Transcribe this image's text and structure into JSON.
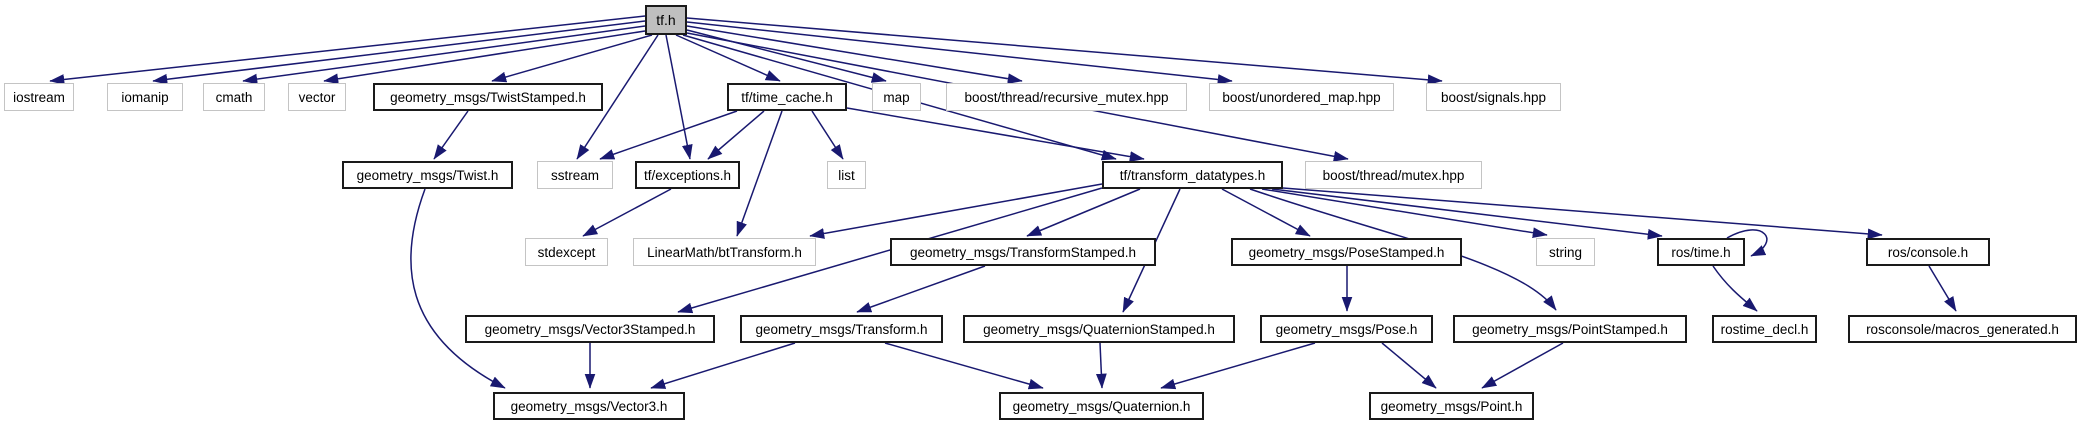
{
  "diagram": {
    "title": "tf.h include dependency graph",
    "edge_color": "#191970",
    "root_fill": "#bfbfbf",
    "nodes": {
      "tf_h": "tf.h",
      "iostream": "iostream",
      "iomanip": "iomanip",
      "cmath": "cmath",
      "vector": "vector",
      "twiststamped": "geometry_msgs/TwistStamped.h",
      "time_cache": "tf/time_cache.h",
      "map": "map",
      "recursive_mutex": "boost/thread/recursive_mutex.hpp",
      "unordered_map": "boost/unordered_map.hpp",
      "signals": "boost/signals.hpp",
      "twist": "geometry_msgs/Twist.h",
      "sstream": "sstream",
      "exceptions": "tf/exceptions.h",
      "list": "list",
      "datatypes": "tf/transform_datatypes.h",
      "thread_mutex": "boost/thread/mutex.hpp",
      "stdexcept": "stdexcept",
      "bttransform": "LinearMath/btTransform.h",
      "transformstamped": "geometry_msgs/TransformStamped.h",
      "posestamped": "geometry_msgs/PoseStamped.h",
      "string": "string",
      "ros_time": "ros/time.h",
      "ros_console": "ros/console.h",
      "vector3stamped": "geometry_msgs/Vector3Stamped.h",
      "transform": "geometry_msgs/Transform.h",
      "quaternionstamped": "geometry_msgs/QuaternionStamped.h",
      "pose": "geometry_msgs/Pose.h",
      "pointstamped": "geometry_msgs/PointStamped.h",
      "rostime_decl": "rostime_decl.h",
      "macros_generated": "rosconsole/macros_generated.h",
      "vector3": "geometry_msgs/Vector3.h",
      "quaternion": "geometry_msgs/Quaternion.h",
      "point": "geometry_msgs/Point.h"
    },
    "edges": [
      {
        "from": "tf_h",
        "to": "iostream"
      },
      {
        "from": "tf_h",
        "to": "iomanip"
      },
      {
        "from": "tf_h",
        "to": "cmath"
      },
      {
        "from": "tf_h",
        "to": "vector"
      },
      {
        "from": "tf_h",
        "to": "twiststamped"
      },
      {
        "from": "tf_h",
        "to": "time_cache"
      },
      {
        "from": "tf_h",
        "to": "map"
      },
      {
        "from": "tf_h",
        "to": "recursive_mutex"
      },
      {
        "from": "tf_h",
        "to": "unordered_map"
      },
      {
        "from": "tf_h",
        "to": "signals"
      },
      {
        "from": "tf_h",
        "to": "sstream"
      },
      {
        "from": "tf_h",
        "to": "exceptions"
      },
      {
        "from": "tf_h",
        "to": "datatypes"
      },
      {
        "from": "tf_h",
        "to": "thread_mutex"
      },
      {
        "from": "time_cache",
        "to": "sstream"
      },
      {
        "from": "time_cache",
        "to": "exceptions"
      },
      {
        "from": "time_cache",
        "to": "list"
      },
      {
        "from": "time_cache",
        "to": "bttransform"
      },
      {
        "from": "time_cache",
        "to": "datatypes"
      },
      {
        "from": "twiststamped",
        "to": "twist"
      },
      {
        "from": "twist",
        "to": "vector3"
      },
      {
        "from": "exceptions",
        "to": "stdexcept"
      },
      {
        "from": "datatypes",
        "to": "bttransform"
      },
      {
        "from": "datatypes",
        "to": "transformstamped"
      },
      {
        "from": "datatypes",
        "to": "vector3stamped"
      },
      {
        "from": "datatypes",
        "to": "quaternionstamped"
      },
      {
        "from": "datatypes",
        "to": "posestamped"
      },
      {
        "from": "datatypes",
        "to": "pointstamped"
      },
      {
        "from": "datatypes",
        "to": "string"
      },
      {
        "from": "datatypes",
        "to": "ros_time"
      },
      {
        "from": "datatypes",
        "to": "ros_console"
      },
      {
        "from": "transformstamped",
        "to": "transform"
      },
      {
        "from": "posestamped",
        "to": "pose"
      },
      {
        "from": "ros_time",
        "to": "ros_time"
      },
      {
        "from": "ros_time",
        "to": "rostime_decl"
      },
      {
        "from": "ros_console",
        "to": "macros_generated"
      },
      {
        "from": "vector3stamped",
        "to": "vector3"
      },
      {
        "from": "transform",
        "to": "vector3"
      },
      {
        "from": "transform",
        "to": "quaternion"
      },
      {
        "from": "quaternionstamped",
        "to": "quaternion"
      },
      {
        "from": "pose",
        "to": "quaternion"
      },
      {
        "from": "pose",
        "to": "point"
      },
      {
        "from": "pointstamped",
        "to": "point"
      }
    ]
  }
}
